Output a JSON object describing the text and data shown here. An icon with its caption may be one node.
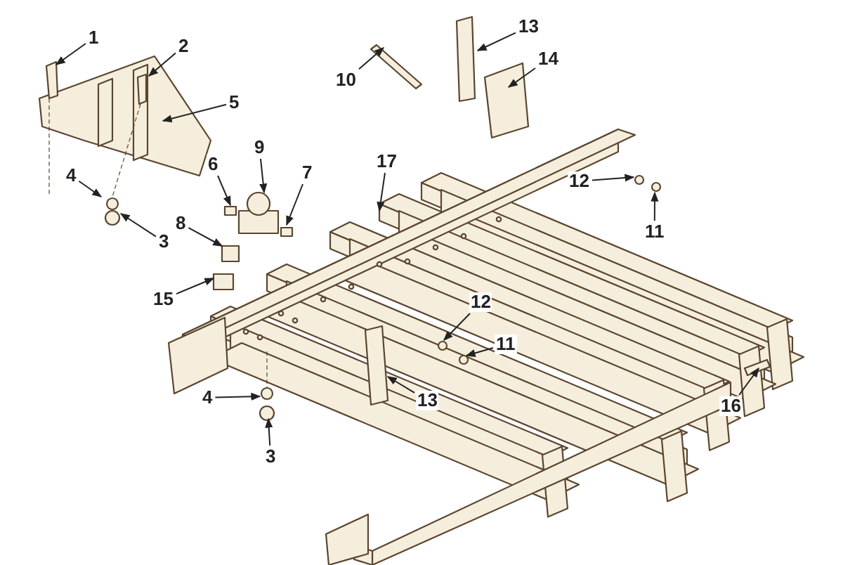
{
  "diagram": {
    "nodes": [
      {
        "text": [
          "13"
        ]
      },
      {
        "text": [
          "1"
        ]
      },
      {
        "text": [
          "2"
        ]
      },
      {
        "text": [
          "14"
        ]
      },
      {
        "text": [
          "10"
        ]
      },
      {
        "text": [
          "5"
        ]
      },
      {
        "text": [
          "9"
        ]
      },
      {
        "text": [
          "17"
        ]
      },
      {
        "text": [
          "4"
        ]
      },
      {
        "text": [
          "6"
        ]
      },
      {
        "text": [
          "7"
        ]
      },
      {
        "text": [
          "12"
        ]
      },
      {
        "text": [
          "11"
        ]
      },
      {
        "text": [
          "8"
        ]
      },
      {
        "text": [
          "3"
        ]
      },
      {
        "text": [
          "15"
        ]
      },
      {
        "text": [
          "12"
        ]
      },
      {
        "text": [
          "13"
        ]
      },
      {
        "text": [
          "11"
        ]
      },
      {
        "text": [
          "4"
        ]
      },
      {
        "text": [
          "16"
        ]
      },
      {
        "text": [
          "3"
        ]
      }
    ],
    "edges": [
      {
        "from": 0,
        "to": null,
        "arrow": "to"
      },
      {
        "from": 1,
        "to": null,
        "arrow": "to"
      },
      {
        "from": 2,
        "to": null,
        "arrow": "to"
      },
      {
        "from": 3,
        "to": null,
        "arrow": "to"
      },
      {
        "from": 4,
        "to": null,
        "arrow": "to"
      },
      {
        "from": 5,
        "to": null,
        "arrow": "to"
      },
      {
        "from": 6,
        "to": null,
        "arrow": "to"
      },
      {
        "from": 7,
        "to": null,
        "arrow": "to"
      },
      {
        "from": 8,
        "to": null,
        "arrow": "to"
      },
      {
        "from": 9,
        "to": null,
        "arrow": "to"
      },
      {
        "from": 10,
        "to": null,
        "arrow": "to"
      },
      {
        "from": 11,
        "to": null,
        "arrow": "to"
      },
      {
        "from": 12,
        "to": null,
        "arrow": "to"
      },
      {
        "from": 13,
        "to": null,
        "arrow": "to"
      },
      {
        "from": 14,
        "to": null,
        "arrow": "to"
      },
      {
        "from": 15,
        "to": null,
        "arrow": "to"
      },
      {
        "from": 16,
        "to": null,
        "arrow": "to"
      },
      {
        "from": 17,
        "to": null,
        "arrow": "to"
      },
      {
        "from": 18,
        "to": null,
        "arrow": "to"
      },
      {
        "from": 19,
        "to": null,
        "arrow": "to"
      },
      {
        "from": 20,
        "to": null,
        "arrow": "to"
      },
      {
        "from": 21,
        "to": null,
        "arrow": "to"
      }
    ]
  }
}
